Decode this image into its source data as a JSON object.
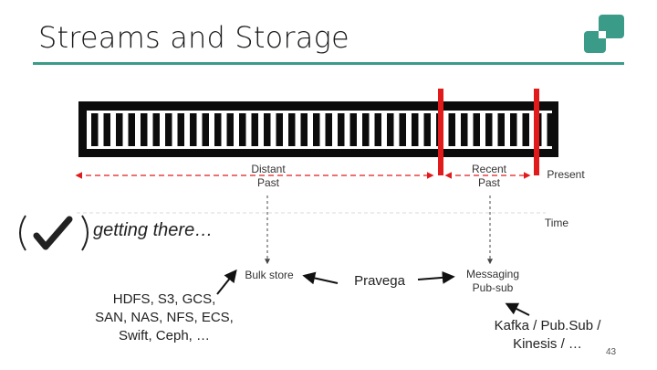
{
  "slide": {
    "title": "Streams and Storage",
    "page_number": "43"
  },
  "timeline": {
    "distant_past": "Distant\nPast",
    "recent_past": "Recent\nPast",
    "present": "Present",
    "time": "Time"
  },
  "status": {
    "text": "getting there…"
  },
  "components": {
    "bulk_store": "Bulk store",
    "pravega": "Pravega",
    "messaging": "Messaging\nPub-sub",
    "storage_examples": "HDFS, S3, GCS,\nSAN, NAS, NFS, ECS,\nSwift, Ceph, …",
    "messaging_examples": "Kafka / Pub.Sub /\nKinesis / …"
  },
  "colors": {
    "accent": "#3a9c88",
    "marker_red": "#e11b1b",
    "logo": "#3a9c88"
  }
}
